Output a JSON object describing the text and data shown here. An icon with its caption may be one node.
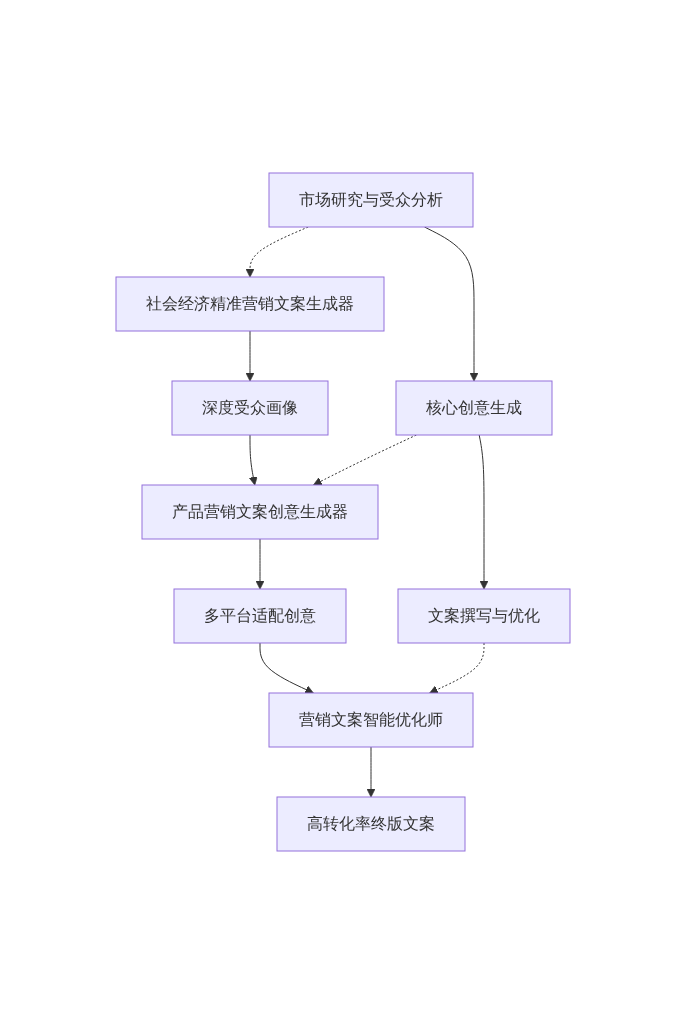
{
  "diagram": {
    "nodes": [
      {
        "text": [
          "市场研究与受众分析"
        ]
      },
      {
        "text": [
          "社会经济精准营销文案生成器"
        ]
      },
      {
        "text": [
          "深度受众画像"
        ]
      },
      {
        "text": [
          "核心创意生成"
        ]
      },
      {
        "text": [
          "产品营销文案创意生成器"
        ]
      },
      {
        "text": [
          "多平台适配创意"
        ]
      },
      {
        "text": [
          "文案撰写与优化"
        ]
      },
      {
        "text": [
          "营销文案智能优化师"
        ]
      },
      {
        "text": [
          "高转化率终版文案"
        ]
      }
    ],
    "edges": [
      {
        "from": 0,
        "to": 1,
        "arrow": "to",
        "style": "dashed"
      },
      {
        "from": 0,
        "to": 3,
        "arrow": "to"
      },
      {
        "from": 1,
        "to": 2,
        "arrow": "to"
      },
      {
        "from": 2,
        "to": 4,
        "arrow": "to"
      },
      {
        "from": 3,
        "to": 4,
        "arrow": "to",
        "style": "dashed"
      },
      {
        "from": 3,
        "to": 6,
        "arrow": "to"
      },
      {
        "from": 4,
        "to": 5,
        "arrow": "to"
      },
      {
        "from": 5,
        "to": 7,
        "arrow": "to"
      },
      {
        "from": 6,
        "to": 7,
        "arrow": "to",
        "style": "dashed"
      },
      {
        "from": 7,
        "to": 8,
        "arrow": "to"
      }
    ]
  }
}
